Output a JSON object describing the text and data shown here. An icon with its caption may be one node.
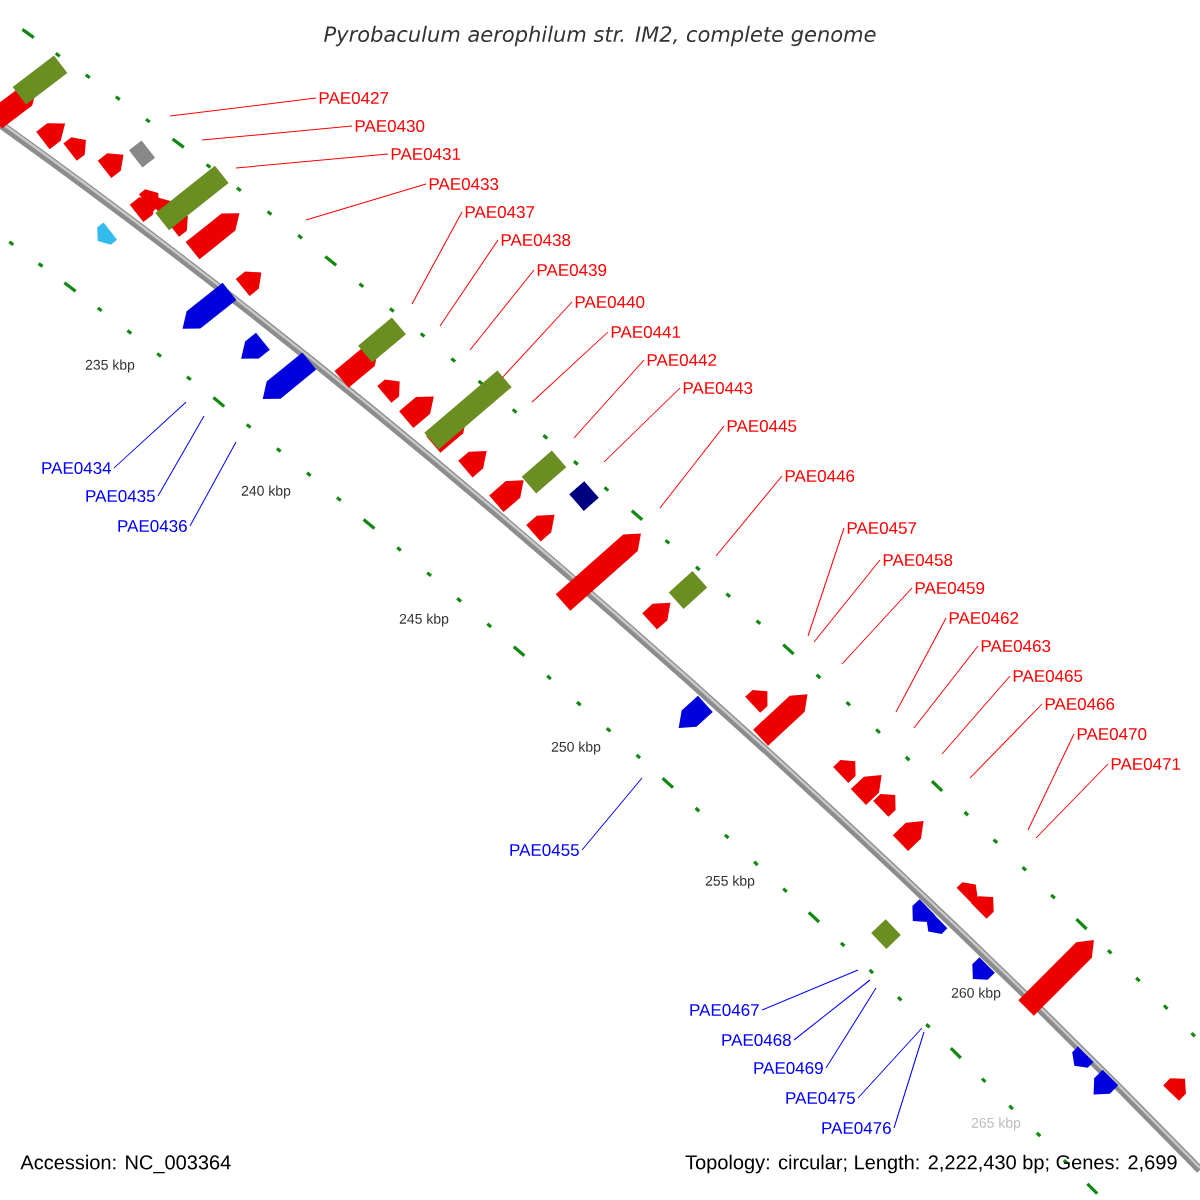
{
  "diagram": {
    "title": "Pyrobaculum aerophilum str. IM2, complete genome",
    "nodes": [
      {
        "text": [
          "PAE0427"
        ]
      },
      {
        "text": [
          "PAE0430"
        ]
      },
      {
        "text": [
          "PAE0431"
        ]
      },
      {
        "text": [
          "PAE0433"
        ]
      },
      {
        "text": [
          "PAE0437"
        ]
      },
      {
        "text": [
          "PAE0438"
        ]
      },
      {
        "text": [
          "PAE0439"
        ]
      },
      {
        "text": [
          "PAE0440"
        ]
      },
      {
        "text": [
          "PAE0441"
        ]
      },
      {
        "text": [
          "PAE0442"
        ]
      },
      {
        "text": [
          "PAE0443"
        ]
      },
      {
        "text": [
          "PAE0445"
        ]
      },
      {
        "text": [
          "PAE0434"
        ]
      },
      {
        "text": [
          "PAE0446"
        ]
      },
      {
        "text": [
          "PAE0435"
        ]
      },
      {
        "text": [
          "PAE0436"
        ]
      },
      {
        "text": [
          "PAE0457"
        ]
      },
      {
        "text": [
          "PAE0458"
        ]
      },
      {
        "text": [
          "PAE0459"
        ]
      },
      {
        "text": [
          "PAE0462"
        ]
      },
      {
        "text": [
          "PAE0463"
        ]
      },
      {
        "text": [
          "PAE0465"
        ]
      },
      {
        "text": [
          "PAE0466"
        ]
      },
      {
        "text": [
          "PAE0470"
        ]
      },
      {
        "text": [
          "PAE0471"
        ]
      },
      {
        "text": [
          "PAE0455"
        ]
      },
      {
        "text": [
          "PAE0467"
        ]
      },
      {
        "text": [
          "PAE0468"
        ]
      },
      {
        "text": [
          "PAE0469"
        ]
      },
      {
        "text": [
          "PAE0475"
        ]
      },
      {
        "text": [
          "PAE0476"
        ]
      }
    ],
    "edges": [
      {
        "from": 0,
        "to": null,
        "arrow": "none"
      },
      {
        "from": 1,
        "to": null,
        "arrow": "none"
      },
      {
        "from": 2,
        "to": null,
        "arrow": "none"
      },
      {
        "from": 3,
        "to": null,
        "arrow": "none"
      },
      {
        "from": 4,
        "to": null,
        "arrow": "none"
      },
      {
        "from": 5,
        "to": null,
        "arrow": "none"
      },
      {
        "from": 6,
        "to": null,
        "arrow": "none"
      },
      {
        "from": 7,
        "to": null,
        "arrow": "none"
      },
      {
        "from": 8,
        "to": null,
        "arrow": "none"
      },
      {
        "from": 9,
        "to": null,
        "arrow": "none"
      },
      {
        "from": 10,
        "to": null,
        "arrow": "none"
      },
      {
        "from": 11,
        "to": null,
        "arrow": "none"
      },
      {
        "from": 12,
        "to": null,
        "arrow": "none",
        "color": "#0000ff"
      },
      {
        "from": 13,
        "to": null,
        "arrow": "none"
      },
      {
        "from": 14,
        "to": null,
        "arrow": "none",
        "color": "#0000ff"
      },
      {
        "from": 15,
        "to": null,
        "arrow": "none",
        "color": "#0000ff"
      },
      {
        "from": 16,
        "to": null,
        "arrow": "none"
      },
      {
        "from": 17,
        "to": null,
        "arrow": "none"
      },
      {
        "from": 18,
        "to": null,
        "arrow": "none"
      },
      {
        "from": 19,
        "to": null,
        "arrow": "none"
      },
      {
        "from": 20,
        "to": null,
        "arrow": "none"
      },
      {
        "from": 21,
        "to": null,
        "arrow": "none"
      },
      {
        "from": 22,
        "to": null,
        "arrow": "none"
      },
      {
        "from": 23,
        "to": null,
        "arrow": "none"
      },
      {
        "from": 24,
        "to": null,
        "arrow": "none"
      },
      {
        "from": 25,
        "to": null,
        "arrow": "none",
        "color": "#0000ff"
      },
      {
        "from": 26,
        "to": null,
        "arrow": "none",
        "color": "#0000ff"
      },
      {
        "from": 27,
        "to": null,
        "arrow": "none",
        "color": "#0000ff"
      },
      {
        "from": 28,
        "to": null,
        "arrow": "none",
        "color": "#0000ff"
      },
      {
        "from": 29,
        "to": null,
        "arrow": "none",
        "color": "#0000ff"
      },
      {
        "from": 30,
        "to": null,
        "arrow": "none",
        "color": "#0000ff"
      }
    ],
    "labels": [
      "235 kbp",
      "240 kbp",
      "245 kbp",
      "250 kbp",
      "255 kbp",
      "260 kbp",
      "265 kbp",
      "Accession: NC_003364",
      "Topology: circular; Length: 2,222,430 bp; Genes: 2,699"
    ]
  }
}
